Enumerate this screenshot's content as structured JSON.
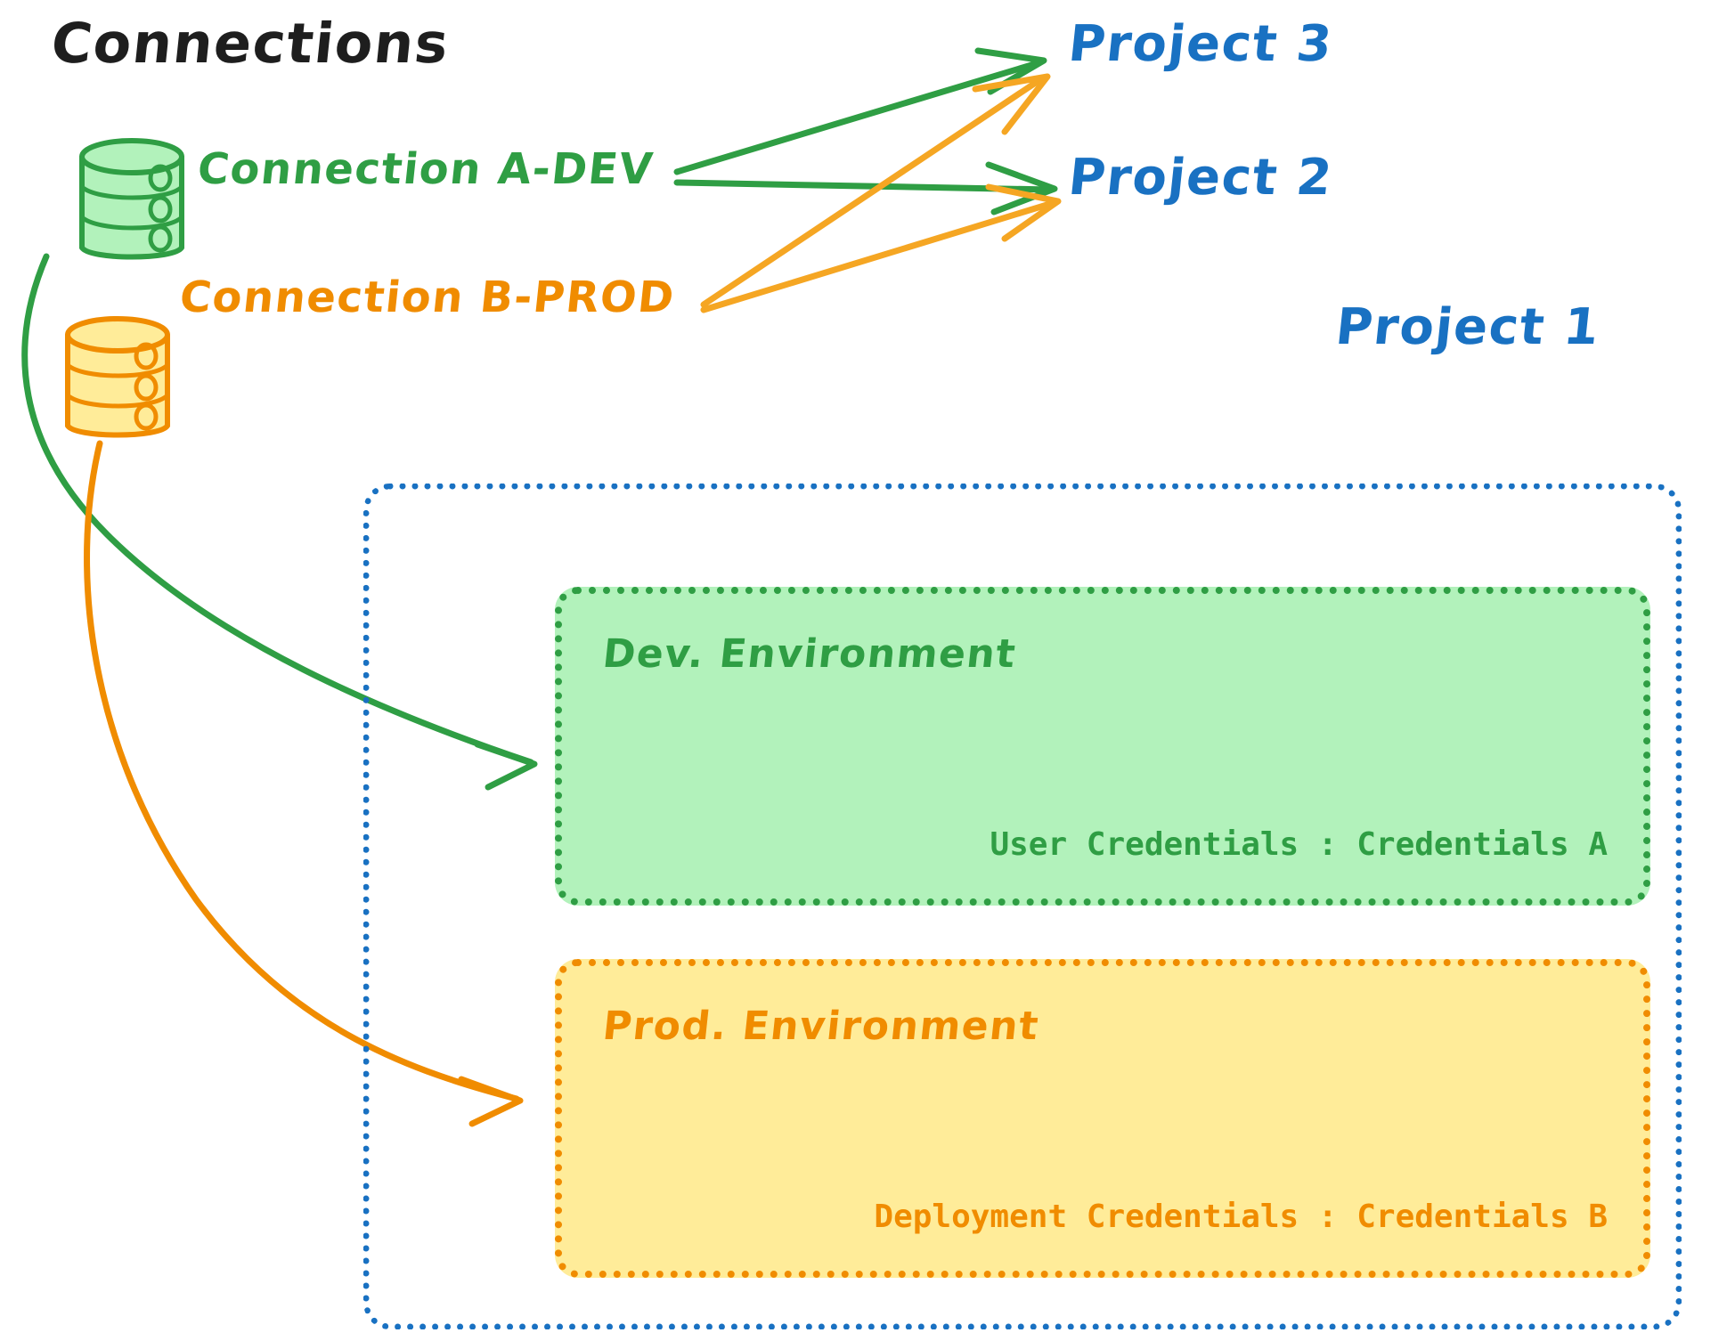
{
  "diagram": {
    "title": "Connections",
    "background": "#ffffff"
  },
  "colors": {
    "green": "#2f9e44",
    "green_fill": "#b2f2bb",
    "orange": "#f08c00",
    "orange_fill": "#ffec99",
    "blue": "#1971c2",
    "black": "#1e1e1e"
  },
  "connections": [
    {
      "id": "a-dev",
      "label": "Connection A-DEV",
      "icon": "database-cylinder-icon",
      "color": "#2f9e44"
    },
    {
      "id": "b-prod",
      "label": "Connection B-PROD",
      "icon": "database-cylinder-icon",
      "color": "#f08c00"
    }
  ],
  "projects": [
    {
      "id": "project-3",
      "label": "Project 3"
    },
    {
      "id": "project-2",
      "label": "Project 2"
    },
    {
      "id": "project-1",
      "label": "Project 1"
    }
  ],
  "project1": {
    "label": "Project 1",
    "environments": [
      {
        "id": "dev",
        "title": "Dev. Environment",
        "credentials": "User Credentials : Credentials A",
        "color": "#2f9e44",
        "fill": "#b2f2bb"
      },
      {
        "id": "prod",
        "title": "Prod. Environment",
        "credentials": "Deployment Credentials : Credentials B",
        "color": "#f08c00",
        "fill": "#ffec99"
      }
    ]
  },
  "edges": [
    {
      "id": "a-dev-to-project-3",
      "from": "Connection A-DEV",
      "to": "Project 3",
      "color": "#2f9e44"
    },
    {
      "id": "a-dev-to-project-2",
      "from": "Connection A-DEV",
      "to": "Project 2",
      "color": "#2f9e44"
    },
    {
      "id": "a-dev-to-dev-env",
      "from": "Connection A-DEV",
      "to": "Dev. Environment",
      "color": "#2f9e44"
    },
    {
      "id": "b-prod-to-project-3",
      "from": "Connection B-PROD",
      "to": "Project 3",
      "color": "#f5a623"
    },
    {
      "id": "b-prod-to-project-2",
      "from": "Connection B-PROD",
      "to": "Project 2",
      "color": "#f5a623"
    },
    {
      "id": "b-prod-to-prod-env",
      "from": "Connection B-PROD",
      "to": "Prod. Environment",
      "color": "#f08c00"
    }
  ]
}
